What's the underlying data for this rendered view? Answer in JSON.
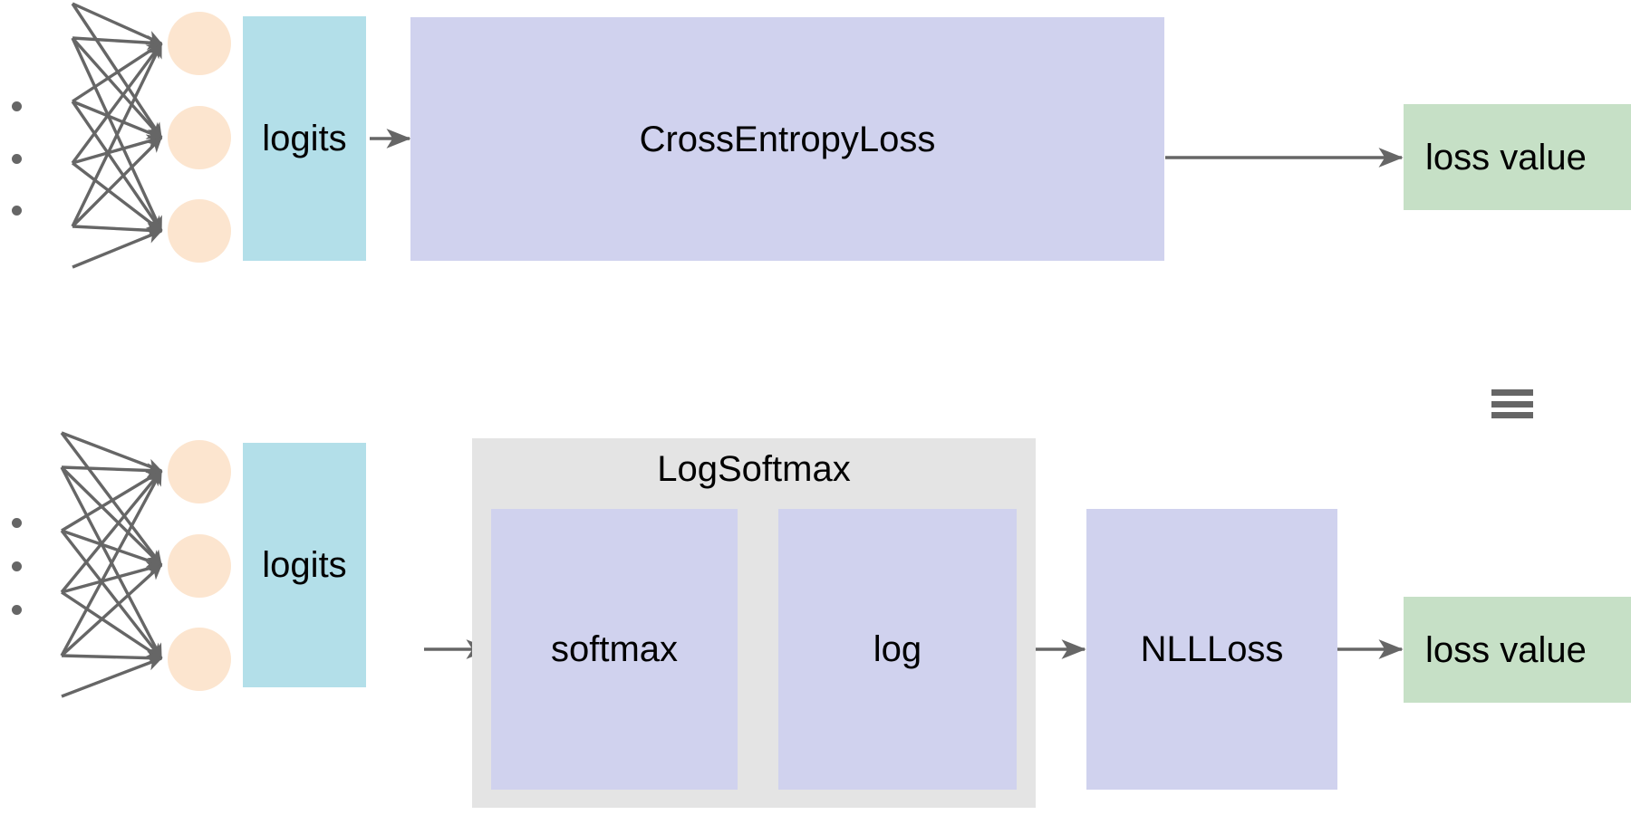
{
  "diagram": {
    "title_visible": false,
    "colors": {
      "logits_fill": "#b3dfe9",
      "op_fill": "#d0d2ee",
      "loss_fill": "#c6e0c6",
      "group_fill": "#e4e4e4",
      "neuron_fill": "#fce5cf",
      "stroke": "#666666",
      "text": "#000000",
      "background": "#ffffff"
    },
    "rows": [
      {
        "id": "cross-entropy-row",
        "nodes": [
          {
            "id": "logits-top",
            "label": "logits"
          },
          {
            "id": "cross-entropy-loss",
            "label": "CrossEntropyLoss"
          },
          {
            "id": "loss-value-top",
            "label": "loss value"
          }
        ]
      },
      {
        "id": "nll-row",
        "group": {
          "id": "log-softmax-group",
          "label": "LogSoftmax"
        },
        "nodes": [
          {
            "id": "logits-bottom",
            "label": "logits"
          },
          {
            "id": "softmax",
            "label": "softmax"
          },
          {
            "id": "log",
            "label": "log"
          },
          {
            "id": "nll-loss",
            "label": "NLLLoss"
          },
          {
            "id": "loss-value-bottom",
            "label": "loss value"
          }
        ]
      }
    ],
    "icons": {
      "menu": "hamburger-menu-icon"
    },
    "ellipsis_label": "vertical-ellipsis"
  }
}
